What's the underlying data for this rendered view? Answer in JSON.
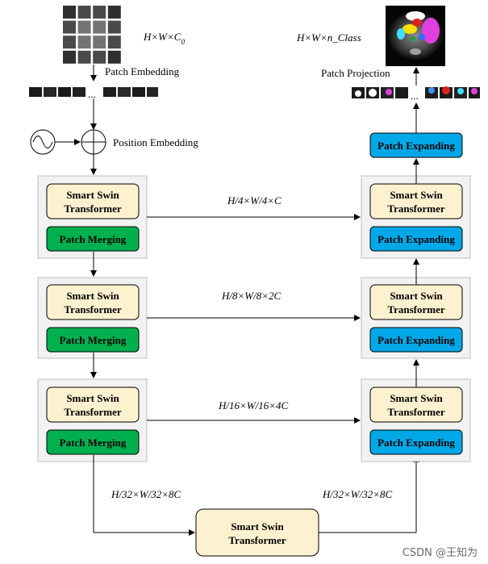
{
  "input_dims": "H×W×C",
  "input_dims_sub": "0",
  "output_dims": "H×W×n_Class",
  "patch_embedding": "Patch Embedding",
  "patch_projection": "Patch Projection",
  "position_embedding": "Position Embedding",
  "ellipsis": "...",
  "smart_swin_line1": "Smart Swin",
  "smart_swin_line2": "Transformer",
  "patch_merging": "Patch Merging",
  "patch_expanding": "Patch Expanding",
  "skip_dims": [
    "H/4×W/4×C",
    "H/8×W/8×2C",
    "H/16×W/16×4C"
  ],
  "bottleneck_in_dims": "H/32×W/32×8C",
  "bottleneck_out_dims": "H/32×W/32×8C",
  "watermark": "CSDN @王知为",
  "colors": {
    "transformer_fill": "#fdf1d0",
    "merging_fill": "#00b04f",
    "expanding_fill": "#00a8e8",
    "stage_fill": "#f2f2f2",
    "stage_border": "#bfbfbf"
  }
}
